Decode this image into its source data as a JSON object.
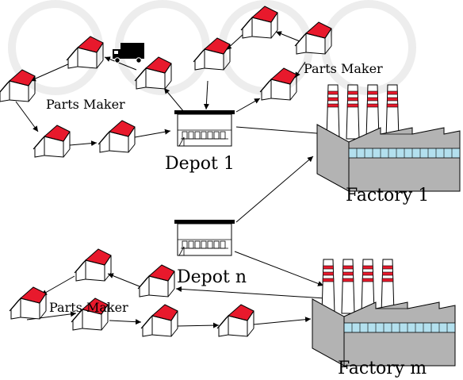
{
  "labels": {
    "depot_1": "Depot 1",
    "depot_n": "Depot n",
    "factory_1": "Factory 1",
    "factory_m": "Factory m",
    "parts_maker_upper_left": "Parts Maker",
    "parts_maker_upper_right": "Parts Maker",
    "parts_maker_lower": "Parts Maker"
  },
  "colors": {
    "roof": "#e8192c",
    "factory_body": "#b3b3b3",
    "factory_band": "#b3e0ee",
    "stack_band": "#e8192c",
    "watermark": "#ededed"
  },
  "icons": [
    "house-icon",
    "truck-icon",
    "depot-icon",
    "factory-icon"
  ]
}
